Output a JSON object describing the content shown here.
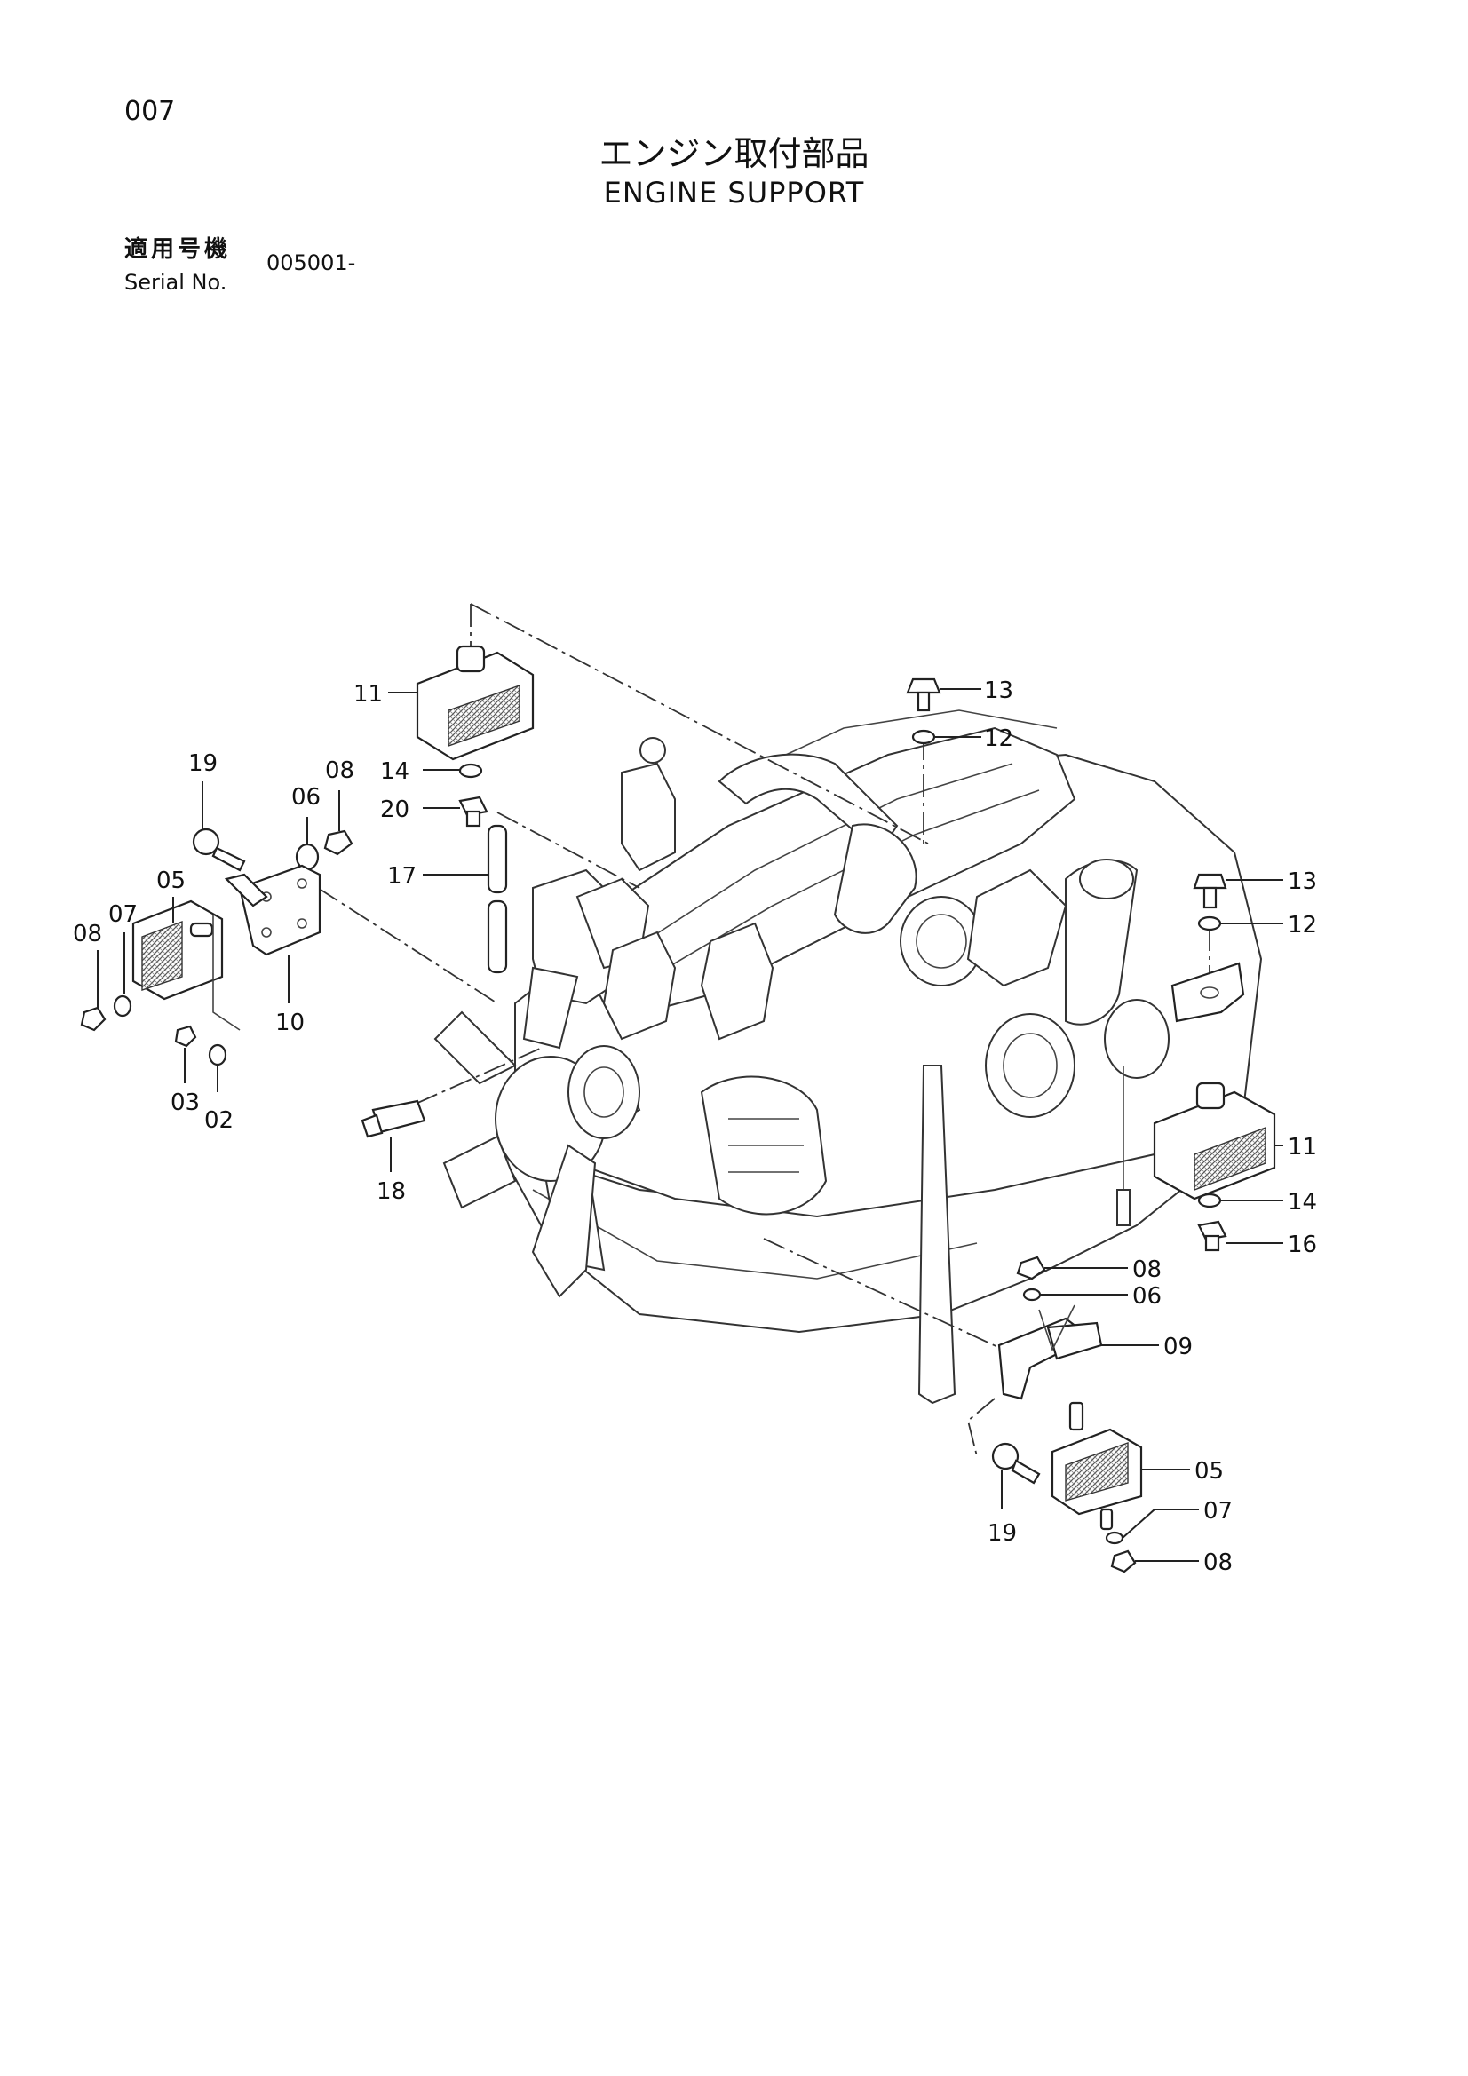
{
  "header": {
    "page_number": "007",
    "title_ja": "エンジン取付部品",
    "title_en": "ENGINE SUPPORT",
    "serial_label_ja": "適用号機",
    "serial_label_en": "Serial No.",
    "serial_value": "005001-"
  },
  "callouts": [
    {
      "id": "c11a",
      "text": "11"
    },
    {
      "id": "c13a",
      "text": "13"
    },
    {
      "id": "c12a",
      "text": "12"
    },
    {
      "id": "c19a",
      "text": "19"
    },
    {
      "id": "c06a",
      "text": "06"
    },
    {
      "id": "c08a",
      "text": "08"
    },
    {
      "id": "c14a",
      "text": "14"
    },
    {
      "id": "c20",
      "text": "20"
    },
    {
      "id": "c05a",
      "text": "05"
    },
    {
      "id": "c07a",
      "text": "07"
    },
    {
      "id": "c08b",
      "text": "08"
    },
    {
      "id": "c17",
      "text": "17"
    },
    {
      "id": "c10",
      "text": "10"
    },
    {
      "id": "c03",
      "text": "03"
    },
    {
      "id": "c02",
      "text": "02"
    },
    {
      "id": "c18",
      "text": "18"
    },
    {
      "id": "c13b",
      "text": "13"
    },
    {
      "id": "c12b",
      "text": "12"
    },
    {
      "id": "c11b",
      "text": "11"
    },
    {
      "id": "c14b",
      "text": "14"
    },
    {
      "id": "c16",
      "text": "16"
    },
    {
      "id": "c08c",
      "text": "08"
    },
    {
      "id": "c06b",
      "text": "06"
    },
    {
      "id": "c09",
      "text": "09"
    },
    {
      "id": "c05b",
      "text": "05"
    },
    {
      "id": "c07b",
      "text": "07"
    },
    {
      "id": "c19b",
      "text": "19"
    },
    {
      "id": "c08d",
      "text": "08"
    }
  ]
}
